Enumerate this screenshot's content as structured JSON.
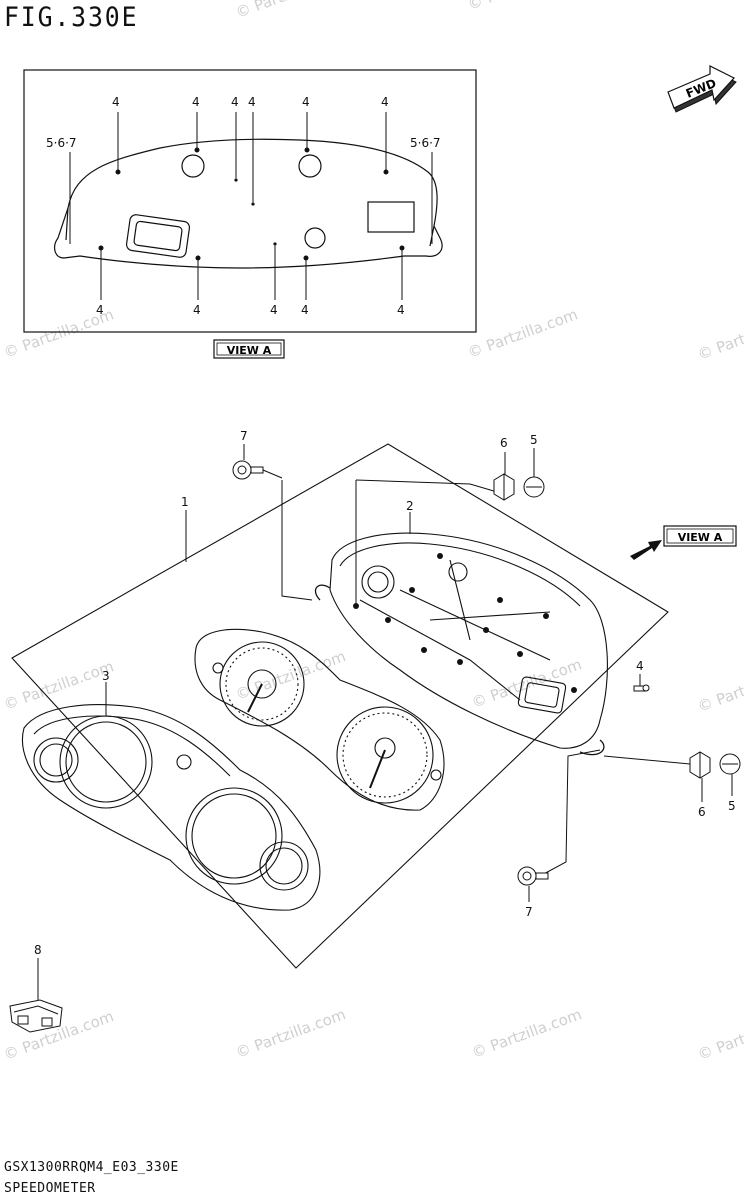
{
  "figure": {
    "title": "FIG.330E",
    "view_tag": "VIEW A",
    "fwd_tag": "FWD",
    "code": "GSX1300RRQM4_E03_330E",
    "name": "SPEEDOMETER"
  },
  "view_labels": {
    "tl": "5·6·7",
    "tr": "5·6·7",
    "t1": "4",
    "t2": "4",
    "t3": "4",
    "t4": "4",
    "t5": "4",
    "t6": "4",
    "b1": "4",
    "b2": "4",
    "b3": "4",
    "b4": "4",
    "b5": "4"
  },
  "part_callouts": {
    "p1": "1",
    "p2": "2",
    "p3": "3",
    "p4": "4",
    "p5a": "5",
    "p5b": "5",
    "p6a": "6",
    "p6b": "6",
    "p7a": "7",
    "p7b": "7",
    "p8": "8"
  },
  "watermark": "© Partzilla.com",
  "colors": {
    "line": "#111111",
    "watermark": "#cfcfcf"
  }
}
